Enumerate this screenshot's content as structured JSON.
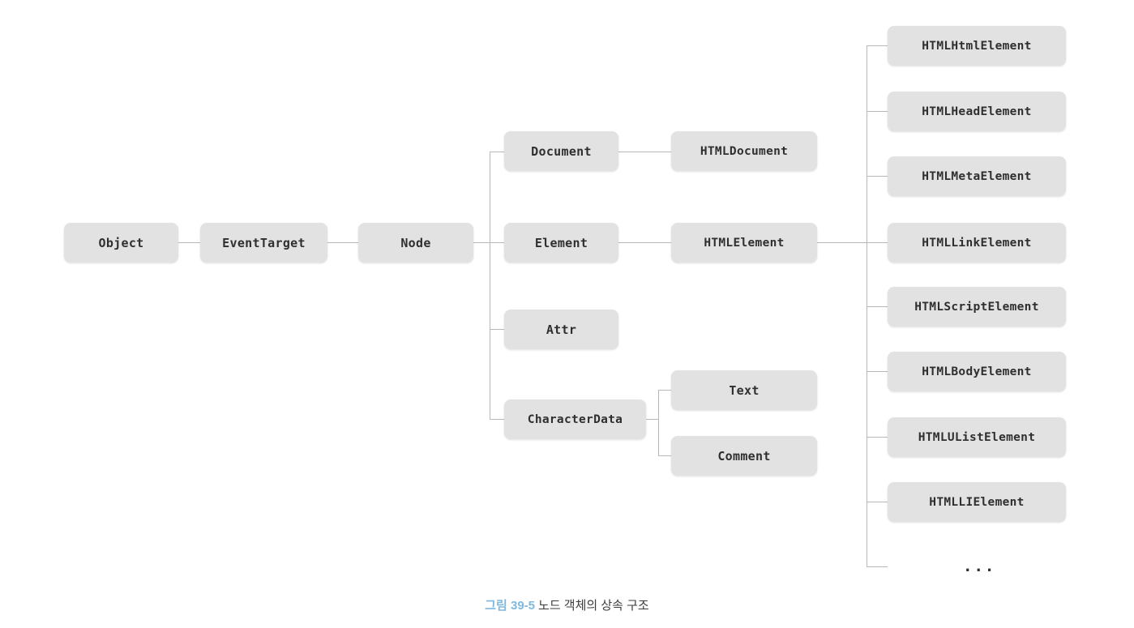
{
  "diagram": {
    "type": "inheritance-tree",
    "caption": {
      "figure_number": "그림 39-5",
      "text": "노드 객체의 상속 구조"
    },
    "nodes": {
      "object": "Object",
      "event_target": "EventTarget",
      "node": "Node",
      "document": "Document",
      "element": "Element",
      "attr": "Attr",
      "character_data": "CharacterData",
      "html_document": "HTMLDocument",
      "html_element": "HTMLElement",
      "text": "Text",
      "comment": "Comment",
      "html_html_element": "HTMLHtmlElement",
      "html_head_element": "HTMLHeadElement",
      "html_meta_element": "HTMLMetaElement",
      "html_link_element": "HTMLLinkElement",
      "html_script_element": "HTMLScriptElement",
      "html_body_element": "HTMLBodyElement",
      "html_ulist_element": "HTMLUListElement",
      "html_li_element": "HTMLLIElement",
      "ellipsis": "..."
    },
    "colors": {
      "box_fill": "#e2e2e2",
      "box_text": "#2f2f2f",
      "connector": "#b8b8b8",
      "caption_accent": "#7fb9dd",
      "caption_text": "#3d3d3d",
      "background": "#ffffff"
    }
  }
}
